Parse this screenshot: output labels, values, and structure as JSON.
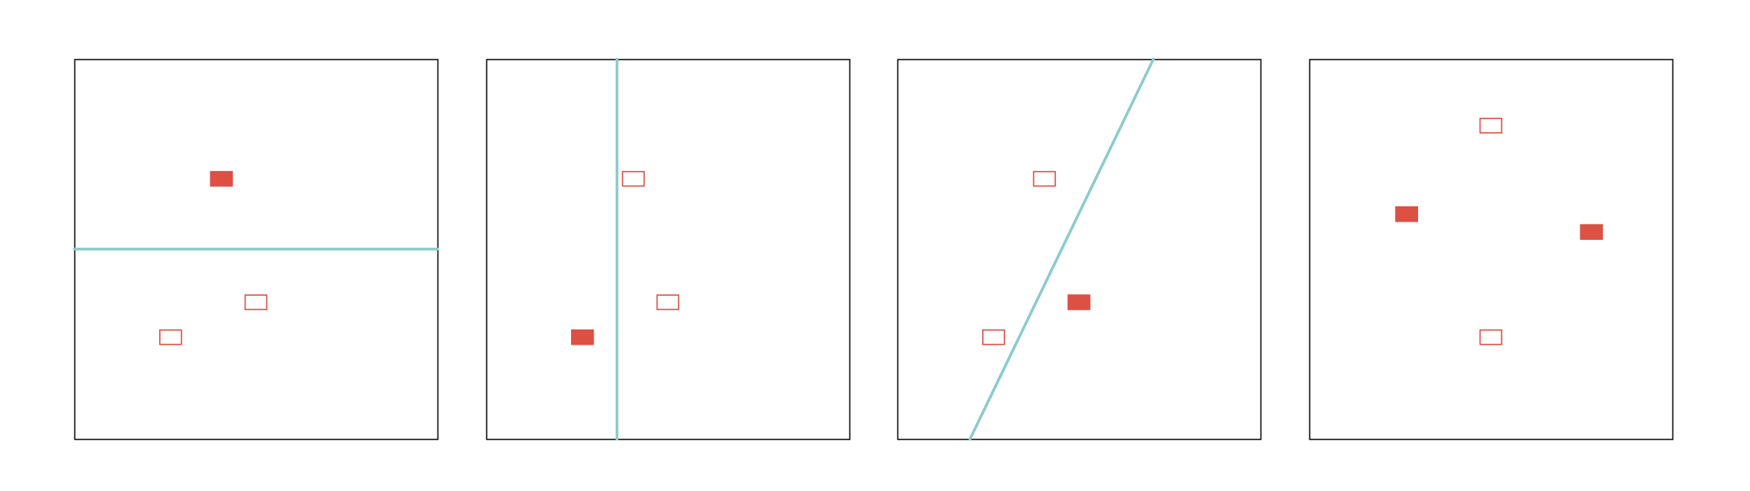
{
  "colors": {
    "point": "#dc5144",
    "line": "#8ccbcb",
    "frame": "#111111",
    "background": "#ffffff"
  },
  "panels": [
    {
      "points": [
        {
          "x": 0.405,
          "y": 0.685,
          "filled": true
        },
        {
          "x": 0.5,
          "y": 0.36,
          "filled": false
        },
        {
          "x": 0.265,
          "y": 0.268,
          "filled": false
        }
      ],
      "line": {
        "from": [
          0,
          0.5
        ],
        "to": [
          1,
          0.5
        ]
      }
    },
    {
      "points": [
        {
          "x": 0.405,
          "y": 0.685,
          "filled": false
        },
        {
          "x": 0.5,
          "y": 0.36,
          "filled": false
        },
        {
          "x": 0.265,
          "y": 0.268,
          "filled": true
        }
      ],
      "line": {
        "from": [
          0.36,
          0
        ],
        "to": [
          0.36,
          1
        ]
      }
    },
    {
      "points": [
        {
          "x": 0.405,
          "y": 0.685,
          "filled": false
        },
        {
          "x": 0.5,
          "y": 0.36,
          "filled": true
        },
        {
          "x": 0.265,
          "y": 0.268,
          "filled": false
        }
      ],
      "line": {
        "from": [
          0.2,
          0
        ],
        "to": [
          0.705,
          1
        ]
      }
    },
    {
      "points": [
        {
          "x": 0.5,
          "y": 0.825,
          "filled": false
        },
        {
          "x": 0.268,
          "y": 0.592,
          "filled": true
        },
        {
          "x": 0.777,
          "y": 0.545,
          "filled": true
        },
        {
          "x": 0.5,
          "y": 0.268,
          "filled": false
        }
      ],
      "line": null
    }
  ]
}
